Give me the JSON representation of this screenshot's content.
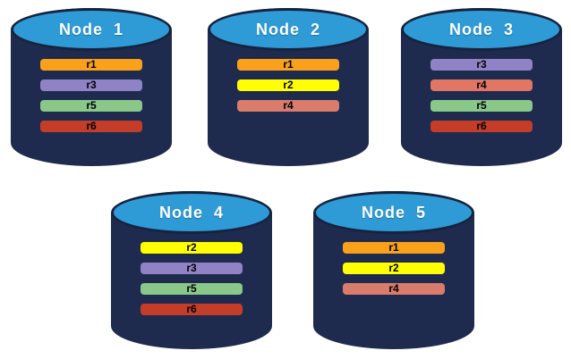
{
  "diagram": {
    "kind": "database-replica-distribution",
    "node_count": 5,
    "nodes": [
      {
        "label": "Node  1",
        "replicas": [
          {
            "id": "r1",
            "color": "#F9A11B"
          },
          {
            "id": "r3",
            "color": "#9083C5"
          },
          {
            "id": "r5",
            "color": "#8AC88A"
          },
          {
            "id": "r6",
            "color": "#C43D28"
          }
        ]
      },
      {
        "label": "Node  2",
        "replicas": [
          {
            "id": "r1",
            "color": "#F9A11B"
          },
          {
            "id": "r2",
            "color": "#FFFF00"
          },
          {
            "id": "r4",
            "color": "#D97C6B"
          }
        ]
      },
      {
        "label": "Node  3",
        "replicas": [
          {
            "id": "r3",
            "color": "#9083C5"
          },
          {
            "id": "r4",
            "color": "#E07663"
          },
          {
            "id": "r5",
            "color": "#8AC88A"
          },
          {
            "id": "r6",
            "color": "#C43D28"
          }
        ]
      },
      {
        "label": "Node  4",
        "replicas": [
          {
            "id": "r2",
            "color": "#FFFF00"
          },
          {
            "id": "r3",
            "color": "#9083C5"
          },
          {
            "id": "r5",
            "color": "#8AC88A"
          },
          {
            "id": "r6",
            "color": "#C43D28"
          }
        ]
      },
      {
        "label": "Node  5",
        "replicas": [
          {
            "id": "r1",
            "color": "#F9A11B"
          },
          {
            "id": "r2",
            "color": "#FFFF00"
          },
          {
            "id": "r4",
            "color": "#D97C6B"
          }
        ]
      }
    ],
    "colors": {
      "background": "#FFFFFF",
      "cylinder_body": "#1F2B4E",
      "cylinder_top": "#2E9AD6",
      "cylinder_outline": "#16233E",
      "node_label_text": "#FFFFFF",
      "replica_label_text": "#000000"
    }
  }
}
